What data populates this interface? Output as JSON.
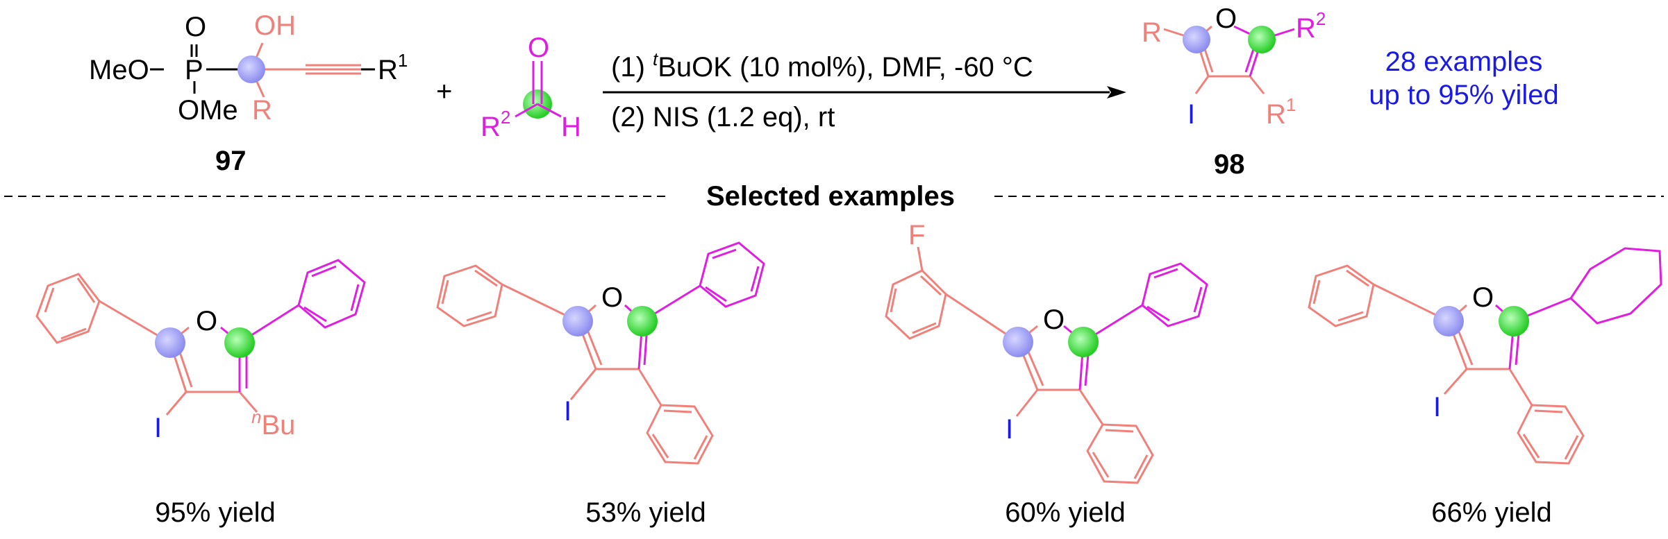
{
  "colors": {
    "black": "#000000",
    "salmon": "#f0807a",
    "magenta": "#e01ee0",
    "blue": "#1a1ae6",
    "blue_circle": "#8c8cf0",
    "green_circle": "#3cdc3c"
  },
  "reactant_97": {
    "meo": "MeO",
    "p": "P",
    "o_double": "O",
    "ome": "OMe",
    "oh": "OH",
    "r": "R",
    "r1": "R",
    "r1_sup": "1",
    "label": "97"
  },
  "plus": "+",
  "aldehyde": {
    "o": "O",
    "r2": "R",
    "r2_sup": "2",
    "h": "H"
  },
  "conditions": {
    "line1_pre": "(1) ",
    "line1_sup": "t",
    "line1_post": "BuOK (10 mol%), DMF,   -60 °C",
    "line2": "(2) NIS (1.2 eq), rt"
  },
  "product_98": {
    "r": "R",
    "o": "O",
    "r2": "R",
    "r2_sup": "2",
    "i": "I",
    "r1": "R",
    "r1_sup": "1",
    "label": "98"
  },
  "summary": {
    "line1": "28 examples",
    "line2": "up to 95% yiled"
  },
  "section_title": "Selected examples",
  "examples": [
    {
      "o": "O",
      "i": "I",
      "nbu_sup": "n",
      "nbu": "Bu",
      "yield": "95% yield"
    },
    {
      "o": "O",
      "i": "I",
      "yield": "53% yield"
    },
    {
      "f": "F",
      "o": "O",
      "i": "I",
      "yield": "60% yield"
    },
    {
      "o": "O",
      "i": "I",
      "yield": "66% yield"
    }
  ]
}
